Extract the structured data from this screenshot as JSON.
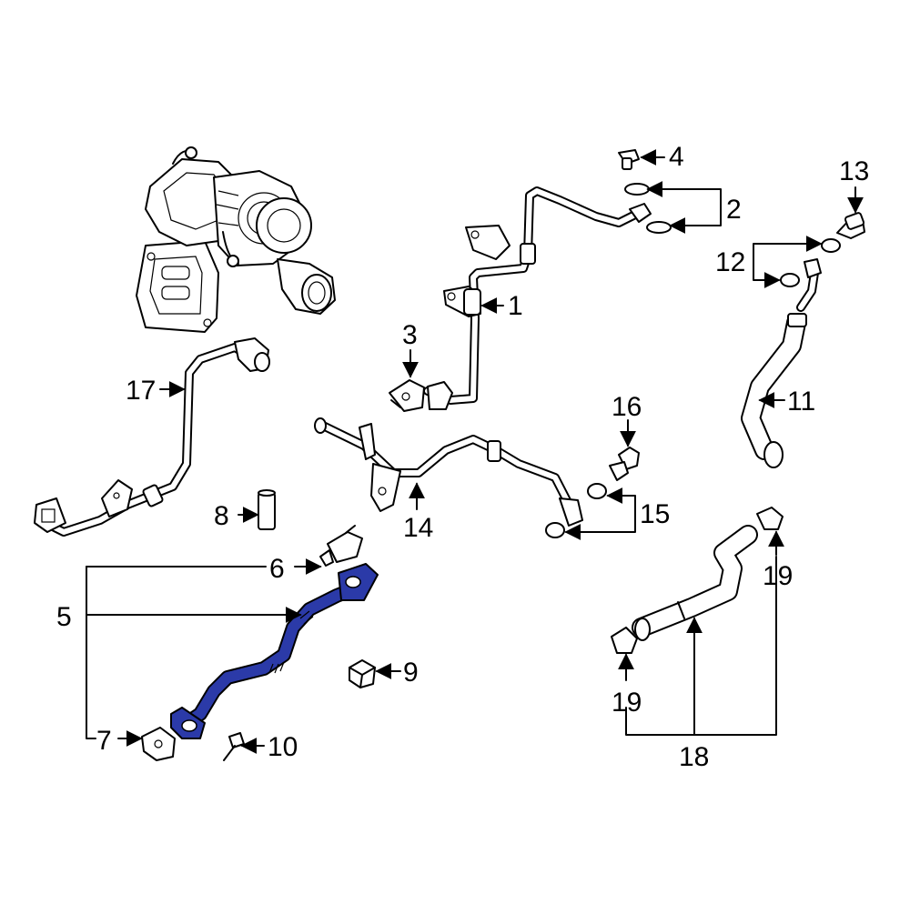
{
  "colors": {
    "highlight": "#2b3aa8",
    "line": "#000000",
    "background": "#ffffff"
  },
  "callouts": {
    "c1": "1",
    "c2": "2",
    "c3": "3",
    "c4": "4",
    "c5": "5",
    "c6": "6",
    "c7": "7",
    "c8": "8",
    "c9": "9",
    "c10": "10",
    "c11": "11",
    "c12": "12",
    "c13": "13",
    "c14": "14",
    "c15": "15",
    "c16": "16",
    "c17": "17",
    "c18": "18",
    "c19a": "19",
    "c19b": "19"
  },
  "highlighted_part": "5"
}
